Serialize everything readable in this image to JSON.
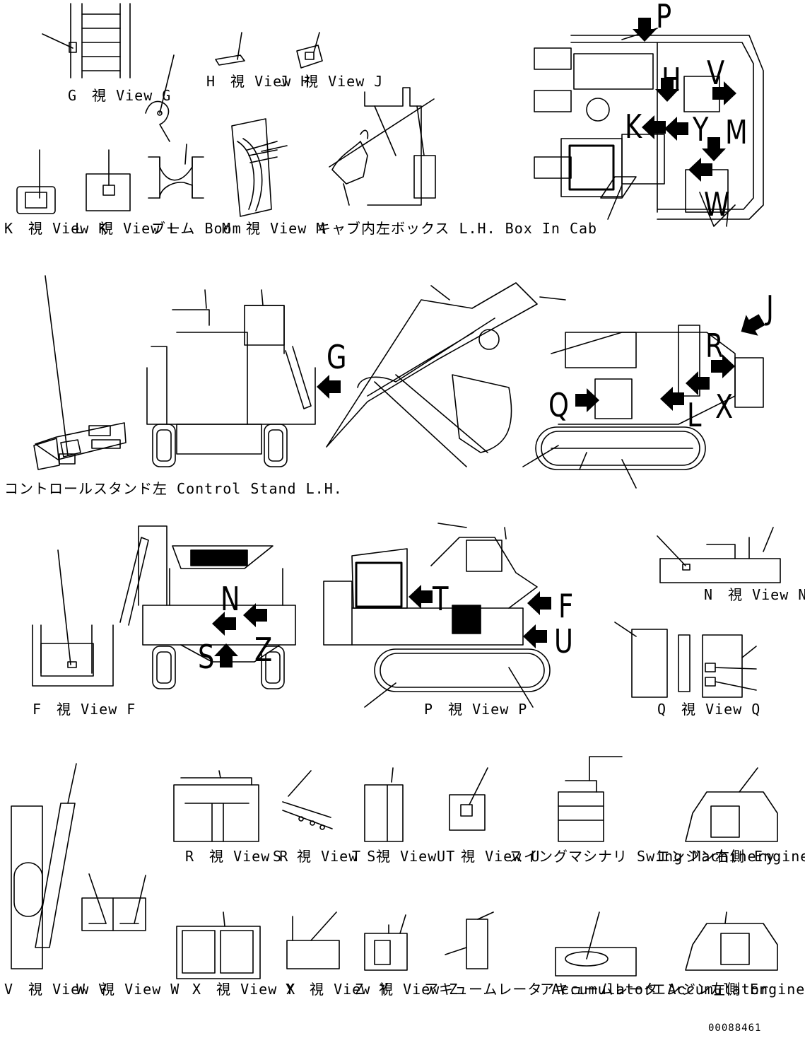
{
  "captions": {
    "view_g": {
      "jp": "G　視",
      "en": "View G"
    },
    "view_h": {
      "jp": "H　視",
      "en": "View H"
    },
    "view_j": {
      "jp": "J　視",
      "en": "View J"
    },
    "view_k": {
      "jp": "K　視",
      "en": "View K"
    },
    "view_l": {
      "jp": "L　視",
      "en": "View L"
    },
    "boom": {
      "jp": "ブーム",
      "en": "Boom"
    },
    "view_m": {
      "jp": "M　視",
      "en": "View M"
    },
    "box_in_cab": {
      "jp": "キャブ内左ボックス",
      "en": "L.H. Box In Cab"
    },
    "control_stand": {
      "jp": "コントロールスタンド左",
      "en": "Control Stand L.H."
    },
    "view_n": {
      "jp": "N　視",
      "en": "View N"
    },
    "view_f": {
      "jp": "F　視",
      "en": "View F"
    },
    "view_p": {
      "jp": "P　視",
      "en": "View P"
    },
    "view_q": {
      "jp": "Q　視",
      "en": "View Q"
    },
    "view_r": {
      "jp": "R　視",
      "en": "View R"
    },
    "view_s": {
      "jp": "S　視",
      "en": "View S"
    },
    "view_t": {
      "jp": "T　視",
      "en": "View T"
    },
    "view_u": {
      "jp": "U　視",
      "en": "View U"
    },
    "swing_machinery": {
      "jp": "スイングマシナリ",
      "en": "Swing Machinery"
    },
    "engine_rh_side": {
      "jp": "エンジン右側",
      "en": "Engine R.H. Side"
    },
    "view_v": {
      "jp": "V　視",
      "en": "View V"
    },
    "view_w": {
      "jp": "W　視",
      "en": "View W"
    },
    "view_x": {
      "jp": "X　視",
      "en": "View X"
    },
    "view_y": {
      "jp": "Y　視",
      "en": "View Y"
    },
    "view_z": {
      "jp": "Z　視",
      "en": "View Z"
    },
    "accumulator_1": {
      "jp": "アキュームレータ",
      "en": "Accumulator"
    },
    "accumulator_2": {
      "jp": "アキュームレータ",
      "en": "Accumulator"
    },
    "engine_lh_side": {
      "jp": "エンジン左側",
      "en": "Engine R.H. Side"
    }
  },
  "view_letters": {
    "top": [
      "P",
      "H",
      "V",
      "K",
      "Y",
      "M",
      "W"
    ],
    "side": [
      "J",
      "R",
      "G",
      "Q",
      "X",
      "L"
    ],
    "front": [
      "N",
      "S",
      "Z"
    ],
    "rear": [
      "T",
      "F",
      "U"
    ]
  },
  "doc_number": "00088461"
}
